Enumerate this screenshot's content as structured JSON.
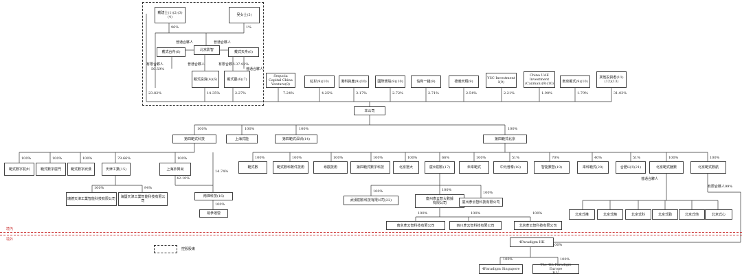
{
  "holders": {
    "p1": "戴建士(1)(2)(3)(4)",
    "p2": "吴女士(5)",
    "bj_gz": "北京影智",
    "gp_a": "戴式台舟(6)",
    "gp_b": "戴式天舟(6)",
    "s1": "戴式投資(4)(6)",
    "s2": "戴式靈(6)(7)",
    "sequoia": "Sequoia Capital China Venture(8)",
    "hs": "紅杉(9)(10)",
    "ch": "港科資產(9)(10)",
    "gj": "國際環境(9)(10)",
    "xy": "信和一鏈(9)",
    "th": "德瀚天翔(9)",
    "ysc": "YSC Investment I(9)",
    "cuai": "China UAE Investment (Cayman)(9)(10)",
    "nj": "南京戴式(9)(10)",
    "other": "其他投資者(11)(12)(13)"
  },
  "pcts": {
    "p1": "96%",
    "p2": "1%",
    "gp1": "普通合夥人",
    "gp2": "普通合夥人",
    "gp3": "普通合夥人",
    "gp4": "普通合夥人",
    "lp1": "有限合夥人",
    "lp1v": "50.59%",
    "lp2": "有限合夥人37.92%",
    "lp3": "普通合夥人",
    "dai": "23.82%",
    "s1": "14.35%",
    "s2": "2.27%",
    "sequoia": "7.24%",
    "hs": "4.25%",
    "ch": "3.17%",
    "gj": "2.72%",
    "xy": "2.71%",
    "th": "2.54%",
    "ysc": "2.21%",
    "cuai": "1.90%",
    "nj": "1.79%",
    "other": "31.03%"
  },
  "company": "本公司",
  "level1": {
    "a": "第四範式科技",
    "b": "上海式能",
    "c": "第四範式深圳(14)",
    "d": "第四範式北京",
    "pa": "100%",
    "pb": "100%",
    "pc": "100%",
    "pd": "100%"
  },
  "leftTree": {
    "items": [
      "範式數字杭州",
      "範式數字廈門",
      "範式數字武漢",
      "天津工業(15)",
      "上海妙興尚"
    ],
    "pcts": [
      "100%",
      "100%",
      "100%",
      "79.66%",
      "100%"
    ],
    "sub1": "瑞德天津工業智能科技有限公司",
    "sub2": "海鹽天津工業智能科技有限公司",
    "sp1": "100%",
    "sp2": "94%",
    "ms": "42.10%",
    "ms2": "14.74%",
    "kj": "南准科技(16)",
    "kjp": "100%",
    "yw": "易參運營",
    "ywp": "100%"
  },
  "rightTree": {
    "items": [
      "範式數",
      "範式數科軟件技術",
      "尋觀技術",
      "第四範式數字科技",
      "北京當大",
      "廈州樹影(17)",
      "未來範式",
      "中元普泰(18)",
      "智能數智(19)",
      "來科範式(20)",
      "合肥山川(21)",
      "北京範式魅數",
      "北京範式數航"
    ],
    "pcts": [
      "100%",
      "100%",
      "100%",
      "100%",
      "100%",
      "66%",
      "100%",
      "51%",
      "70%",
      "40%",
      "51%",
      "100%",
      "100%"
    ],
    "gpLabel": "普通合夥人",
    "lpLabel": "有限合夥人99%",
    "wh": "武漢樹影科技有限公司(22)",
    "xmdb": "廈州彥云智大數據\n有限公司",
    "xmkj": "廈州彥云智科技有限公司",
    "njyz": "南京彥云智科技有限公司",
    "scyz": "四川彥云智科技有限公司",
    "bjyz": "北京彥云智科技有限公司",
    "gp100a": "100%",
    "gp100b": "100%",
    "gp100c": "100%",
    "gp100d": "100%",
    "gp100e": "100%",
    "gp100f": "100%",
    "funds": [
      "北京式推",
      "北京式精",
      "北京式科",
      "北京式勤",
      "北京式他",
      "北京式心"
    ]
  },
  "border": {
    "in": "境內",
    "out": "境外"
  },
  "offshore": {
    "hk": "4Paradigm HK",
    "hkp": "100%",
    "sg": "4Paradigm Singapore",
    "eu": "The 4th Paradigm Europe\nB.V.",
    "sgp": "100%",
    "eup": "100%"
  },
  "legend": "控股股東"
}
